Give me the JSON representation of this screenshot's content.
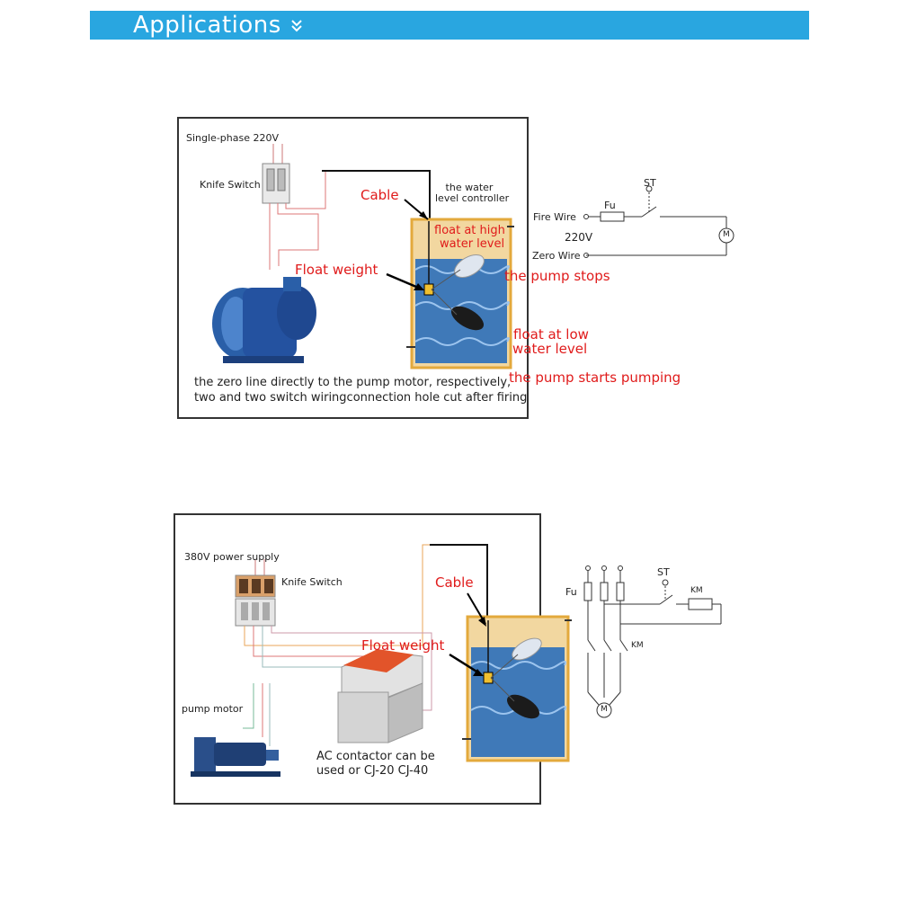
{
  "header": {
    "title": "Applications"
  },
  "diagram1": {
    "supply_label": "Single-phase 220V",
    "knife_switch_label": "Knife Switch",
    "controller_label_line1": "the water",
    "controller_label_line2": "level controller",
    "cable_label": "Cable",
    "float_high_line1": "float at high",
    "float_high_line2": "water level",
    "float_weight_label": "Float weight",
    "pump_stops_label": "the pump stops",
    "float_low_line1": "float at low",
    "float_low_line2": "water level",
    "pump_starts_label": "the pump starts pumping",
    "note_line1": "the zero line directly to the pump motor, respectively,",
    "note_line2": "two and two switch wiringconnection hole cut after firing",
    "circuit": {
      "fire_wire_label": "Fire Wire",
      "zero_wire_label": "Zero Wire",
      "voltage_label": "220V",
      "fuse_label": "Fu",
      "switch_label": "ST",
      "motor_label": "M"
    }
  },
  "diagram2": {
    "supply_label": "380V power supply",
    "knife_switch_label": "Knife Switch",
    "cable_label": "Cable",
    "float_weight_label": "Float weight",
    "pump_motor_label": "pump motor",
    "contactor_line1": "AC contactor can be",
    "contactor_line2": "used or CJ-20 CJ-40",
    "circuit": {
      "fuse_label": "Fu",
      "switch_label": "ST",
      "coil_label": "KM",
      "contact_label": "KM",
      "motor_label": "M"
    }
  },
  "colors": {
    "banner": "#29a6e0",
    "callout_red": "#e01b1b",
    "tank_border": "#e3a93c",
    "water": "#3f79b8",
    "pump_blue": "#2a5fa8"
  }
}
